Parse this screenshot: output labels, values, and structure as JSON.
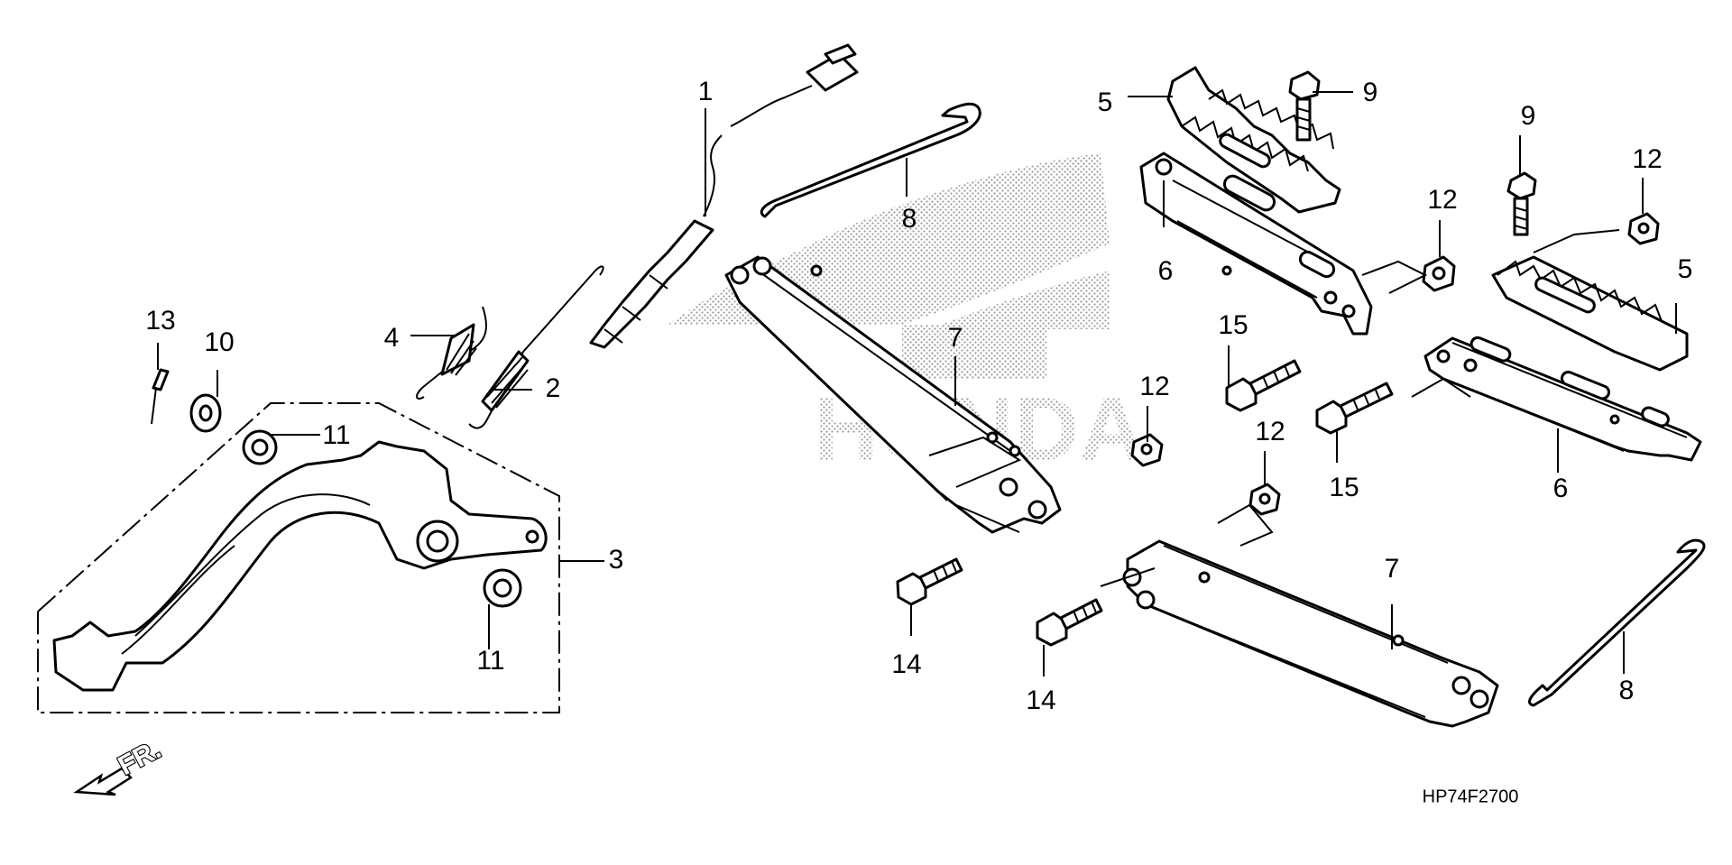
{
  "diagram": {
    "drawing_code": "HP74F2700",
    "direction_marker": "FR.",
    "brand_watermark": "HONDA",
    "callouts": [
      {
        "id": "c1",
        "label": "1"
      },
      {
        "id": "c2",
        "label": "2"
      },
      {
        "id": "c3",
        "label": "3"
      },
      {
        "id": "c4",
        "label": "4"
      },
      {
        "id": "c5a",
        "label": "5"
      },
      {
        "id": "c5b",
        "label": "5"
      },
      {
        "id": "c6a",
        "label": "6"
      },
      {
        "id": "c6b",
        "label": "6"
      },
      {
        "id": "c7a",
        "label": "7"
      },
      {
        "id": "c7b",
        "label": "7"
      },
      {
        "id": "c8a",
        "label": "8"
      },
      {
        "id": "c8b",
        "label": "8"
      },
      {
        "id": "c9a",
        "label": "9"
      },
      {
        "id": "c9b",
        "label": "9"
      },
      {
        "id": "c10",
        "label": "10"
      },
      {
        "id": "c11a",
        "label": "11"
      },
      {
        "id": "c11b",
        "label": "11"
      },
      {
        "id": "c12a",
        "label": "12"
      },
      {
        "id": "c12b",
        "label": "12"
      },
      {
        "id": "c12c",
        "label": "12"
      },
      {
        "id": "c12d",
        "label": "12"
      },
      {
        "id": "c13",
        "label": "13"
      },
      {
        "id": "c14a",
        "label": "14"
      },
      {
        "id": "c14b",
        "label": "14"
      },
      {
        "id": "c15a",
        "label": "15"
      },
      {
        "id": "c15b",
        "label": "15"
      }
    ]
  }
}
